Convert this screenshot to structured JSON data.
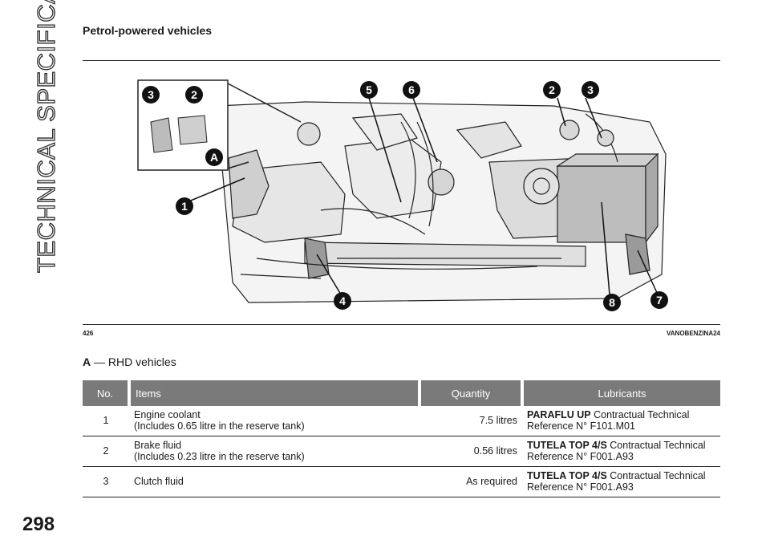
{
  "side_title": "TECHNICAL SPECIFICATIONS",
  "page_number": "298",
  "section_heading": "Petrol-powered vehicles",
  "figure": {
    "number": "426",
    "code": "VANOBENZINA24",
    "callouts": {
      "inset_3": "3",
      "inset_2": "2",
      "inset_A": "A",
      "c1": "1",
      "c5": "5",
      "c6": "6",
      "c2": "2",
      "c3": "3",
      "c4": "4",
      "c8": "8",
      "c7": "7"
    }
  },
  "legend": {
    "key": "A",
    "text": "— RHD vehicles"
  },
  "table": {
    "headers": {
      "no": "No.",
      "items": "Items",
      "quantity": "Quantity",
      "lubricants": "Lubricants"
    },
    "rows": [
      {
        "no": "1",
        "item_line1": "Engine coolant",
        "item_line2": "(Includes 0.65 litre in the reserve tank)",
        "quantity": "7.5 litres",
        "lub_name": "PARAFLU UP",
        "lub_rest": "Contractual Technical",
        "lub_ref": "Reference N° F101.M01"
      },
      {
        "no": "2",
        "item_line1": "Brake fluid",
        "item_line2": "(Includes 0.23 litre in the reserve tank)",
        "quantity": "0.56 litres",
        "lub_name": "TUTELA TOP 4/S",
        "lub_rest": "Contractual Technical",
        "lub_ref": "Reference N° F001.A93"
      },
      {
        "no": "3",
        "item_line1": "Clutch fluid",
        "item_line2": "",
        "quantity": "As required",
        "lub_name": "TUTELA TOP 4/S",
        "lub_rest": "Contractual Technical",
        "lub_ref": "Reference N° F001.A93"
      }
    ]
  }
}
